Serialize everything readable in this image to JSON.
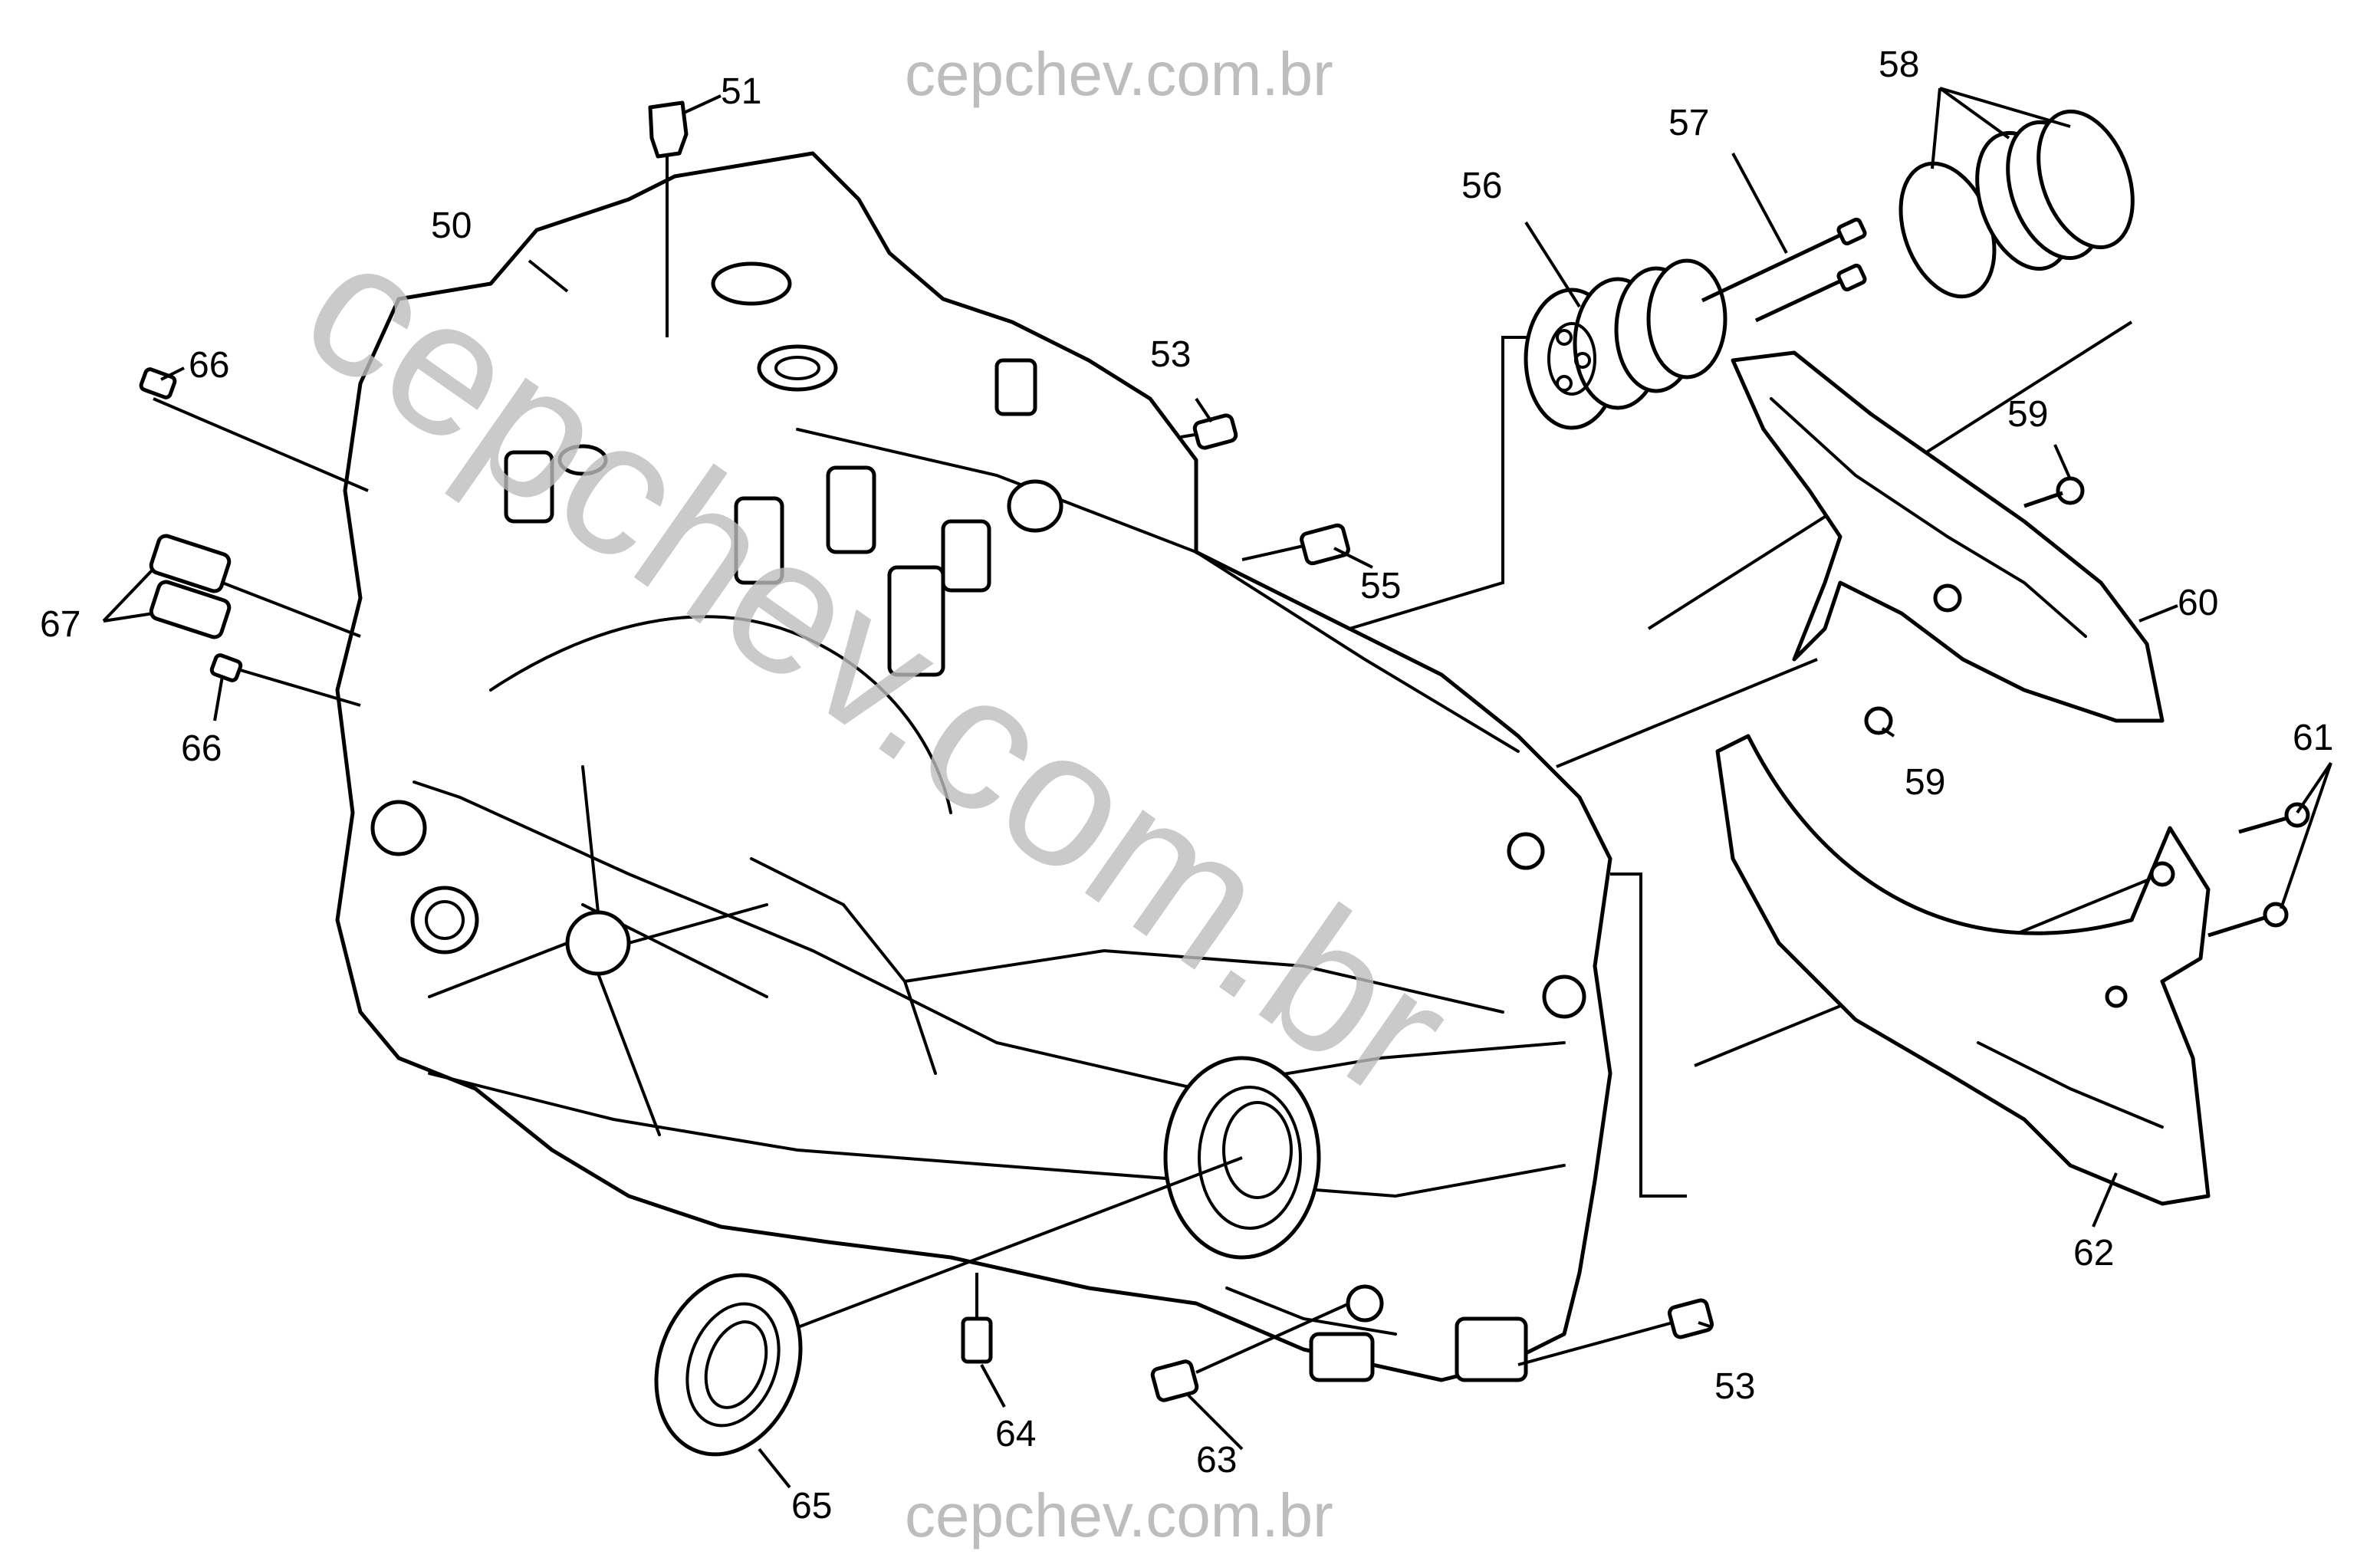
{
  "watermarks": {
    "top": "cepchev.com.br",
    "bottom": "cepchev.com.br",
    "diagonal": "cepchev.com.br"
  },
  "callouts": {
    "c50": "50",
    "c51": "51",
    "c53a": "53",
    "c53b": "53",
    "c55": "55",
    "c56": "56",
    "c57": "57",
    "c58": "58",
    "c59a": "59",
    "c59b": "59",
    "c60": "60",
    "c61": "61",
    "c62": "62",
    "c63": "63",
    "c64": "64",
    "c65": "65",
    "c66a": "66",
    "c66b": "66",
    "c67": "67"
  }
}
